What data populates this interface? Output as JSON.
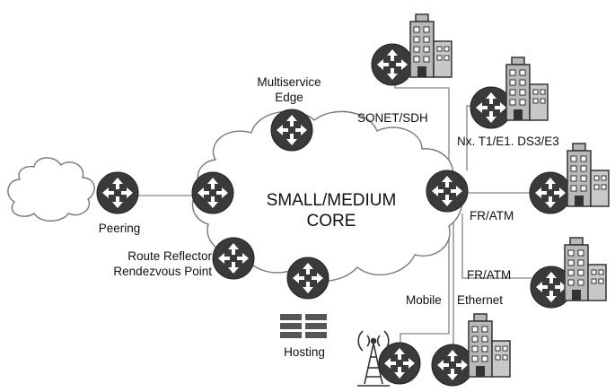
{
  "core": {
    "line1": "SMALL/MEDIUM",
    "line2": "CORE"
  },
  "labels": {
    "multiservice_line1": "Multiservice",
    "multiservice_line2": "Edge",
    "peering": "Peering",
    "route_reflector": "Route Reflector",
    "rendezvous_point": "Rendezvous Point",
    "hosting": "Hosting",
    "sonet_sdh": "SONET/SDH",
    "nx_t1": "Nx. T1/E1. DS3/E3",
    "fr_atm_right": "FR/ATM",
    "fr_atm_lower": "FR/ATM",
    "mobile": "Mobile",
    "ethernet": "Ethernet"
  },
  "colors": {
    "router_fill": "#3a3a3a",
    "router_arrow": "#ffffff",
    "building_fill": "#b8b8b8",
    "building_outline": "#333333",
    "line": "#9a9a9a",
    "cloud_outline": "#777777"
  },
  "icons": [
    "router-icon",
    "building-icon",
    "cloud-icon",
    "tower-icon",
    "server-rack-icon"
  ]
}
